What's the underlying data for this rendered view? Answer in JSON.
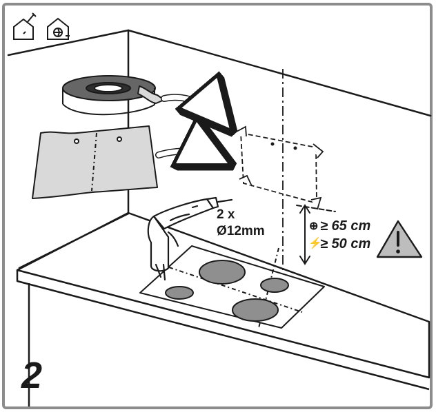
{
  "step": {
    "number": "2"
  },
  "drill_note": {
    "quantity": "2 x",
    "hole_size": "Ø12mm"
  },
  "clearance": {
    "electric_symbol": "⊕",
    "electric_text": "≥ 65 cm",
    "gas_symbol": "⚡",
    "gas_text": "≥ 50 cm"
  },
  "icons": {
    "tools": "house-tool-icon",
    "ducted": "house-fan-icon",
    "warning": "warning-triangle-icon"
  },
  "colors": {
    "line": "#1a1a1a",
    "frame": "#8c8c8c",
    "tape": "#666666",
    "tape_dark": "#2e2e2e",
    "paper": "#d9d9d9",
    "burner": "#8f8f8f",
    "warning_fill": "#bdbdbd",
    "background": "#ffffff"
  }
}
